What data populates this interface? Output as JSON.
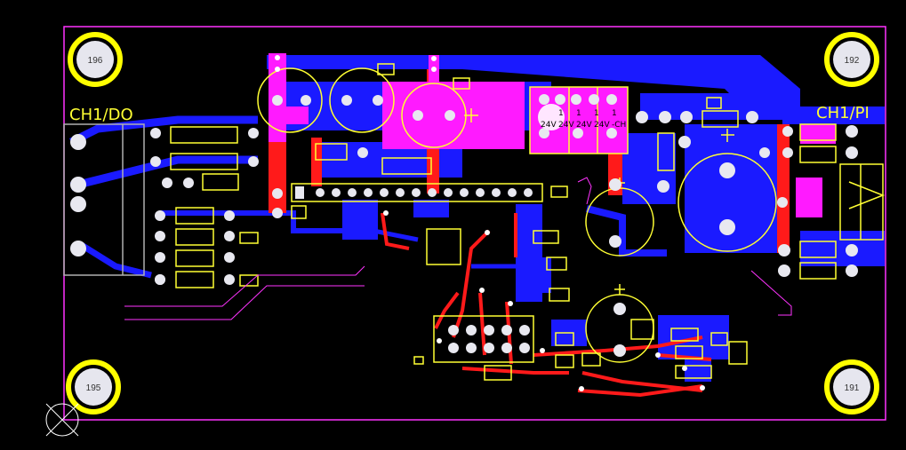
{
  "colors": {
    "background": "#000000",
    "top_copper": "#ff1a1a",
    "bottom_copper": "#1a1aff",
    "pad_magenta": "#ff1aff",
    "silkscreen": "#ffff33",
    "board_outline": "#ff33ff",
    "pad_fill": "#e8e8f0",
    "via_fill": "#ffffff",
    "hole_ring": "#ffff00"
  },
  "mounting_holes": {
    "top_left": "196",
    "top_right": "192",
    "bottom_left": "195",
    "bottom_right": "191"
  },
  "connector_labels": {
    "left": "CH1/DO",
    "right": "CH1/PI"
  },
  "relay": {
    "pins": [
      "1",
      "1",
      "1",
      "1"
    ],
    "labels": [
      "24V",
      "24V",
      "24V",
      "24V"
    ],
    "label_tail": "-CH"
  },
  "icons": {
    "origin_marker": "crosshair-circle-icon"
  }
}
